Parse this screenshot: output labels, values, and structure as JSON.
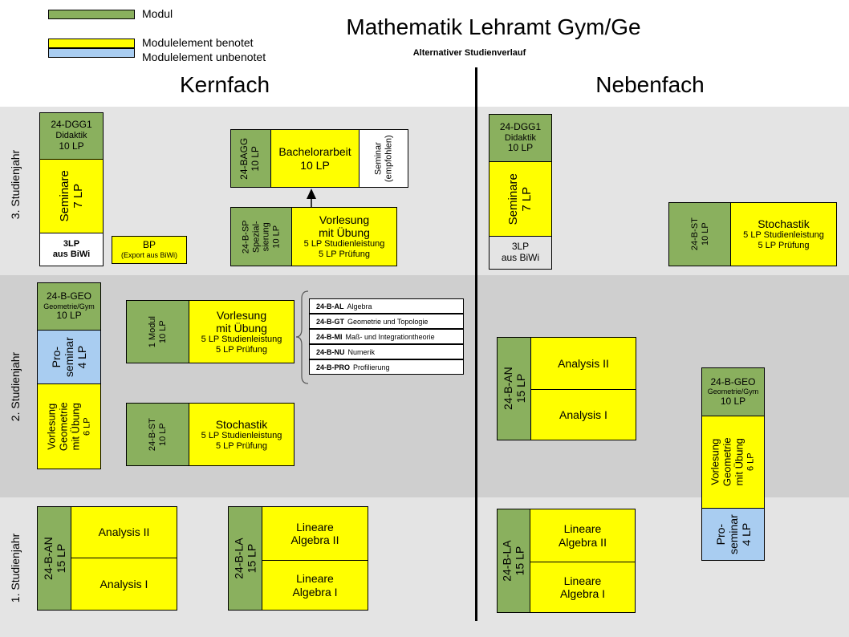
{
  "title": "Mathematik Lehramt Gym/Ge",
  "subtitle": "Alternativer Studienverlauf",
  "legend": {
    "modul": "Modul",
    "benotet": "Modulelement benotet",
    "unbenotet": "Modulelement unbenotet"
  },
  "columns": {
    "kern": "Kernfach",
    "neben": "Nebenfach"
  },
  "years": {
    "y3": "3. Studienjahr",
    "y2": "2. Studienjahr",
    "y1": "1. Studienjahr"
  },
  "colors": {
    "modul": "#8ab05e",
    "benotet": "#ffff00",
    "unbenotet": "#a9cdf1",
    "band_light": "#e4e4e4",
    "band_dark": "#cfcfcf"
  },
  "kern": {
    "dgg1": {
      "code": "24-DGG1",
      "name": "Didaktik",
      "lp": "10 LP"
    },
    "seminare": {
      "l1": "Seminare",
      "l2": "7 LP"
    },
    "biwi": {
      "l1": "3LP",
      "l2": "aus BiWi"
    },
    "bp": {
      "l1": "BP",
      "l2": "(Export aus BiWi)"
    },
    "bagg": {
      "code": "24-BAGG",
      "lp": "10 LP",
      "title": "Bachelorarbeit",
      "title_lp": "10 LP",
      "seminar": "Seminar",
      "seminar_note": "(empfohlen)"
    },
    "sp": {
      "code": "24-B-SP",
      "name1": "Spezial-",
      "name2": "sierung",
      "lp": "10 LP",
      "t1": "Vorlesung",
      "t2": "mit Übung",
      "t3": "5 LP Studienleistung",
      "t4": "5 LP Prüfung"
    },
    "geo": {
      "code": "24-B-GEO",
      "name": "Geometrie/Gym",
      "lp": "10 LP",
      "pro1": "Pro-",
      "pro2": "seminar",
      "pro3": "4 LP",
      "v1": "Vorlesung",
      "v2": "Geometrie",
      "v3": "mit Übung",
      "v4": "6 LP"
    },
    "modul1": {
      "l1": "1 Modul",
      "l2": "10 LP",
      "t1": "Vorlesung",
      "t2": "mit Übung",
      "t3": "5 LP Studienleistung",
      "t4": "5 LP Prüfung"
    },
    "st": {
      "code": "24-B-ST",
      "lp": "10 LP",
      "t1": "Stochastik",
      "t2": "5 LP Studienleistung",
      "t3": "5 LP Prüfung"
    },
    "an": {
      "code": "24-B-AN",
      "lp": "15 LP",
      "top": "Analysis II",
      "bottom": "Analysis I"
    },
    "la": {
      "code": "24-B-LA",
      "lp": "15 LP",
      "top1": "Lineare",
      "top2": "Algebra II",
      "bot1": "Lineare",
      "bot2": "Algebra I"
    },
    "options": [
      {
        "code": "24-B-AL",
        "name": "Algebra"
      },
      {
        "code": "24-B-GT",
        "name": "Geometrie und Topologie"
      },
      {
        "code": "24-B-MI",
        "name": "Maß- und Integrationtheorie"
      },
      {
        "code": "24-B-NU",
        "name": "Numerik"
      },
      {
        "code": "24-B-PRO",
        "name": "Profilierung"
      }
    ]
  },
  "neben": {
    "dgg1": {
      "code": "24-DGG1",
      "name": "Didaktik",
      "lp": "10 LP"
    },
    "seminare": {
      "l1": "Seminare",
      "l2": "7 LP"
    },
    "biwi": {
      "l1": "3LP",
      "l2": "aus BiWi"
    },
    "st": {
      "code": "24-B-ST",
      "lp": "10 LP",
      "t1": "Stochastik",
      "t2": "5 LP Studienleistung",
      "t3": "5 LP Prüfung"
    },
    "an": {
      "code": "24-B-AN",
      "lp": "15 LP",
      "top": "Analysis II",
      "bottom": "Analysis I"
    },
    "geo": {
      "code": "24-B-GEO",
      "name": "Geometrie/Gym",
      "lp": "10 LP",
      "v1": "Vorlesung",
      "v2": "Geometrie",
      "v3": "mit Übung",
      "v4": "6 LP",
      "pro1": "Pro-",
      "pro2": "seminar",
      "pro3": "4 LP"
    },
    "la": {
      "code": "24-B-LA",
      "lp": "15 LP",
      "top1": "Lineare",
      "top2": "Algebra II",
      "bot1": "Lineare",
      "bot2": "Algebra I"
    }
  }
}
